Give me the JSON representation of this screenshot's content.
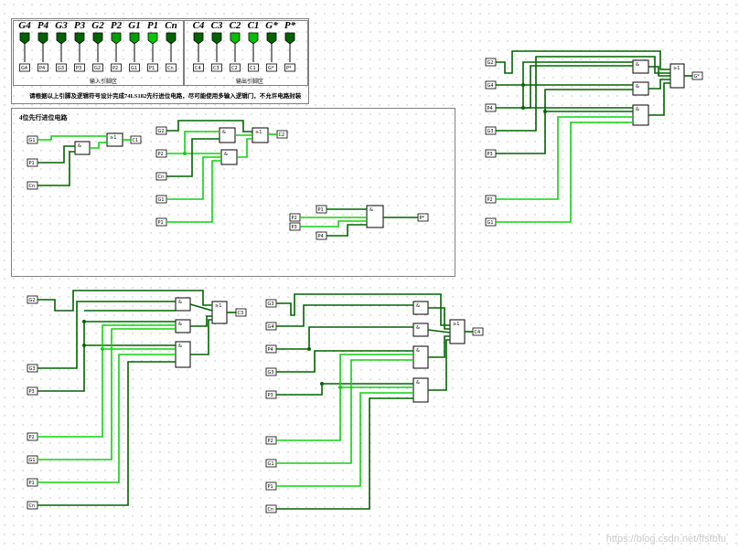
{
  "toolbox": {
    "input_pins": [
      "G4",
      "P4",
      "G3",
      "P3",
      "G2",
      "P2",
      "G1",
      "P1",
      "Cn"
    ],
    "output_pins": [
      "C4",
      "C3",
      "C2",
      "C1",
      "G*",
      "P*"
    ],
    "input_area_label": "输入引脚区",
    "output_area_label": "输出引脚区",
    "instruction": "请根据以上引脚及逻辑符号设计完成74LS182先行进位电路，尽可能使用多输入逻辑门，不允许电路封装",
    "input_pin_colors": [
      "#006400",
      "#006400",
      "#006400",
      "#006400",
      "#006400",
      "#00a000",
      "#00a000",
      "#00c800",
      "#006400"
    ],
    "output_pin_colors": [
      "#006400",
      "#006400",
      "#00c000",
      "#00c000",
      "#006400",
      "#006400"
    ]
  },
  "section": {
    "title": "4位先行进位电路"
  },
  "colors": {
    "wire_dark": "#006400",
    "wire_bright": "#10d010",
    "border": "#808080",
    "grid_dot": "#9a9a9a"
  },
  "gate_symbols": {
    "and": "&",
    "or": "≥1"
  },
  "tags": {
    "c1": {
      "inputs": [
        "G1",
        "P1",
        "Cn"
      ],
      "output": "C1"
    },
    "c2": {
      "inputs": [
        "G2",
        "P2",
        "Cn",
        "G1",
        "P1"
      ],
      "output": "C2"
    },
    "p": {
      "inputs": [
        "P1",
        "P2",
        "P3",
        "P4"
      ],
      "output": "P*"
    },
    "g": {
      "inputs": [
        "G2",
        "G4",
        "P4",
        "G3",
        "P3",
        "P2",
        "G1"
      ],
      "output": "G*"
    },
    "c3": {
      "inputs": [
        "G2",
        "G3",
        "P3",
        "P2",
        "G1",
        "P1",
        "Cn"
      ],
      "output": "C3"
    },
    "c4": {
      "inputs": [
        "G3",
        "G4",
        "P4",
        "G3",
        "P3",
        "P2",
        "G1",
        "P1",
        "Cn"
      ],
      "output": "C4"
    }
  },
  "watermark": "https://blog.csdn.net/ffsfbfu"
}
